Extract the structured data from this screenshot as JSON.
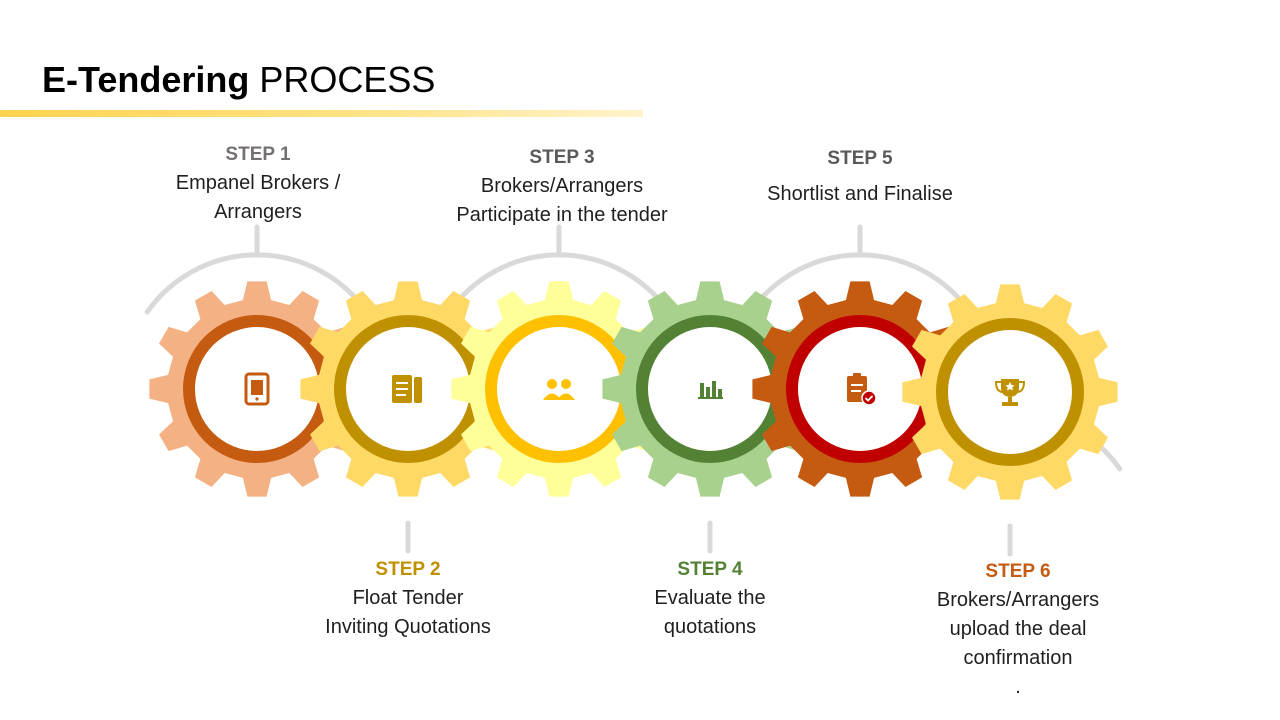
{
  "title": {
    "bold": "E-Tendering",
    "rest": "PROCESS"
  },
  "steps": [
    {
      "label": "STEP 1",
      "text": "Empanel Brokers /\nArrangers",
      "label_color": "#767171",
      "icon": "tablet-icon"
    },
    {
      "label": "STEP 2",
      "text": "Float Tender\nInviting Quotations",
      "label_color": "#bf9000",
      "icon": "tender-documents-icon"
    },
    {
      "label": "STEP 3",
      "text": "Brokers/Arrangers\nParticipate in the tender",
      "label_color": "#595959",
      "icon": "users-icon"
    },
    {
      "label": "STEP 4",
      "text": "Evaluate the\nquotations",
      "label_color": "#548235",
      "icon": "bar-chart-icon"
    },
    {
      "label": "STEP 5",
      "text": "Shortlist and Finalise",
      "label_color": "#595959",
      "icon": "clipboard-check-icon"
    },
    {
      "label": "STEP 6",
      "text": "Brokers/Arrangers\nupload the deal\nconfirmation\n.",
      "label_color": "#c55a11",
      "icon": "trophy-icon"
    }
  ],
  "gears": [
    {
      "outer": "#f4b183",
      "ring": "#c55a11",
      "icon_color": "#c55a11"
    },
    {
      "outer": "#ffd966",
      "ring": "#bf9000",
      "icon_color": "#bf9000"
    },
    {
      "outer": "#ffff99",
      "ring": "#ffc000",
      "icon_color": "#ffc000"
    },
    {
      "outer": "#a9d18e",
      "ring": "#548235",
      "icon_color": "#548235"
    },
    {
      "outer": "#c55a11",
      "ring": "#c00000",
      "icon_color": "#c55a11"
    },
    {
      "outer": "#ffd966",
      "ring": "#bf9000",
      "icon_color": "#bf9000"
    }
  ]
}
